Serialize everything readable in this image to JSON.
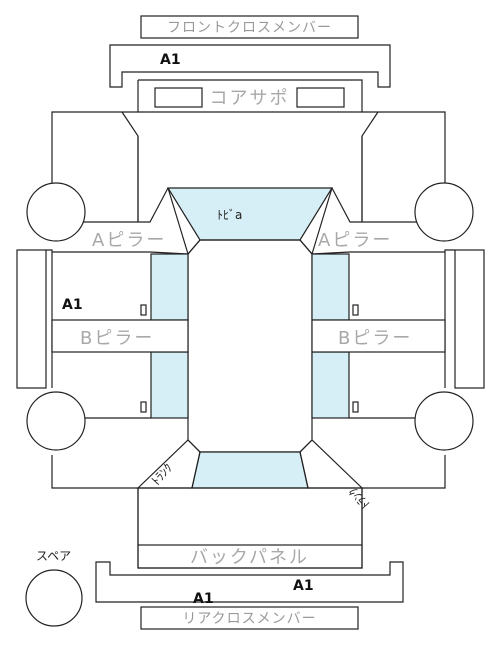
{
  "labels": {
    "front_cross_member": "フロントクロスメンバー",
    "core_support": "コアサポ",
    "a_pillar_left": "Aピラー",
    "a_pillar_right": "Aピラー",
    "b_pillar_left": "Bピラー",
    "b_pillar_right": "Bピラー",
    "roof": "ﾄﾋﾞa",
    "trunk_left": "ﾄﾗﾝｸ",
    "trunk_right": "ﾄﾗﾝｸ",
    "back_panel": "バックパネル",
    "rear_cross_member": "リアクロスメンバー",
    "spare": "スペア"
  },
  "marks": {
    "front_cross_member": "A1",
    "left_side": "A1",
    "rear_cross_member_right": "A1",
    "rear_cross_member_left": "A1"
  }
}
